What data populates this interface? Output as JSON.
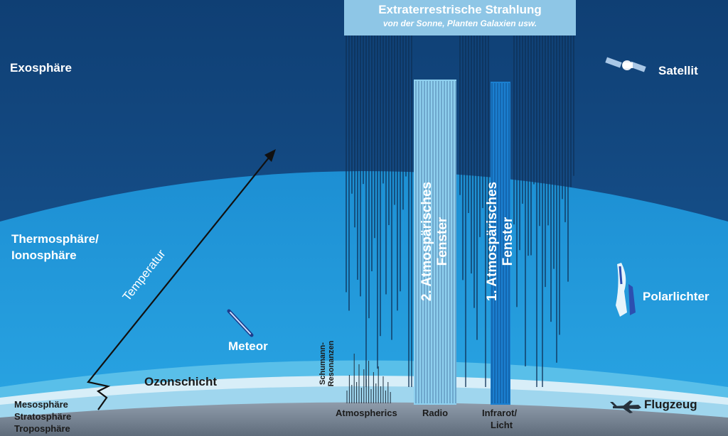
{
  "banner": {
    "title": "Extraterrestrische Strahlung",
    "subtitle": "von der Sonne, Planten Galaxien usw."
  },
  "layers": {
    "exosphere": "Exosphäre",
    "thermosphere_line1": "Thermosphäre/",
    "thermosphere_line2": "Ionosphäre",
    "ozone": "Ozonschicht",
    "mesosphere": "Mesosphäre",
    "stratosphere": "Stratosphäre",
    "troposphere": "Troposphäre"
  },
  "objects": {
    "satellite": "Satellit",
    "meteor": "Meteor",
    "aurora": "Polarlichter",
    "airplane": "Flugzeug"
  },
  "temperature_label": "Temperatur",
  "windows": {
    "radio_line1": "2. Atmospärisches",
    "radio_line2": "Fenster",
    "optical_line1": "1. Atmospärisches",
    "optical_line2": "Fenster"
  },
  "bands": {
    "schumann_line1": "Schumann-",
    "schumann_line2": "Resonanzen",
    "atmospherics": "Atmospherics",
    "radio": "Radio",
    "infrared_line1": "Infrarot/",
    "infrared_line2": "Licht"
  },
  "colors": {
    "space_dark": "#13467c",
    "thermosphere": "#1f98d8",
    "banner": "#8ec6e6",
    "ground": "#7b8997"
  }
}
